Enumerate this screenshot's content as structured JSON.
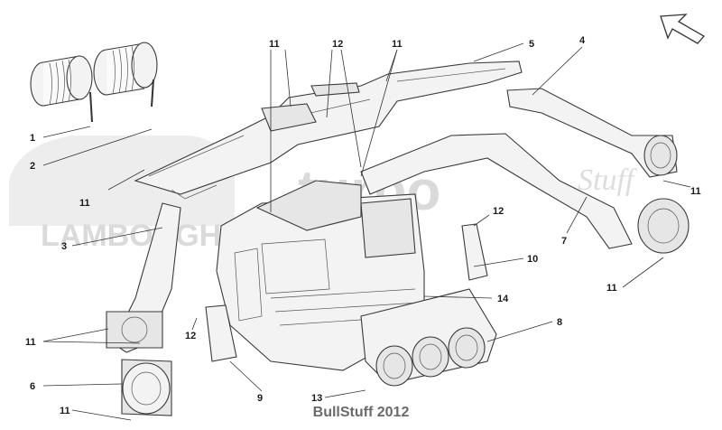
{
  "footer": "BullStuff 2012",
  "watermark": {
    "brand": "turbo",
    "site": "LAMBORGHINI-FE.COM",
    "script_word": "Stuff"
  },
  "orientation_icon": "arrow-up-left-icon",
  "callouts": [
    {
      "id": "c1",
      "label": "1"
    },
    {
      "id": "c2",
      "label": "2"
    },
    {
      "id": "c3",
      "label": "3"
    },
    {
      "id": "c4",
      "label": "4"
    },
    {
      "id": "c5",
      "label": "5"
    },
    {
      "id": "c6",
      "label": "6"
    },
    {
      "id": "c7",
      "label": "7"
    },
    {
      "id": "c8",
      "label": "8"
    },
    {
      "id": "c9",
      "label": "9"
    },
    {
      "id": "c10",
      "label": "10"
    },
    {
      "id": "c11a",
      "label": "11"
    },
    {
      "id": "c11b",
      "label": "11"
    },
    {
      "id": "c11c",
      "label": "11"
    },
    {
      "id": "c11d",
      "label": "11"
    },
    {
      "id": "c11e",
      "label": "11"
    },
    {
      "id": "c11f",
      "label": "11"
    },
    {
      "id": "c11g",
      "label": "11"
    },
    {
      "id": "c12a",
      "label": "12"
    },
    {
      "id": "c12b",
      "label": "12"
    },
    {
      "id": "c12c",
      "label": "12"
    },
    {
      "id": "c13",
      "label": "13"
    },
    {
      "id": "c14",
      "label": "14"
    }
  ]
}
